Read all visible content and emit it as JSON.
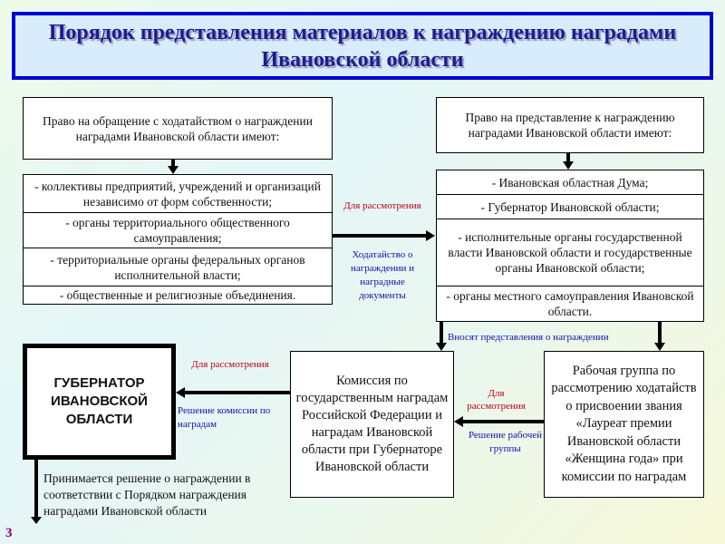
{
  "title": "Порядок представления материалов к награждению наградами Ивановской области",
  "left_header": "Право на обращение с ходатайством о награждении наградами Ивановской области имеют:",
  "left_items": [
    "- коллективы предприятий, учреждений и организаций независимо от форм собственности;",
    "- органы территориального общественного самоуправления;",
    "- территориальные органы федеральных органов исполнительной власти;",
    "- общественные и религиозные объединения."
  ],
  "mid_top_red": "Для рассмотрения",
  "mid_top_blue": "Ходатайство о награждении и наградные документы",
  "right_header": "Право на представление к награждению наградами Ивановской области имеют:",
  "right_items": [
    "- Ивановская областная Дума;",
    "- Губернатор Ивановской области;",
    "- исполнительные органы государственной власти Ивановской области и государственные органы Ивановской области;",
    "- органы местного самоуправления Ивановской области."
  ],
  "submit_label": "Вносят представления о награждении",
  "commission": "Комиссия по государственным наградам Российской Федерации и наградам Ивановской области при Губернаторе Ивановской области",
  "working_group": "Рабочая группа по рассмотрению ходатайств о присвоении звания «Лауреат премии Ивановской области «Женщина года» при комиссии по наградам",
  "governor": "ГУБЕРНАТОР ИВАНОВСКОЙ ОБЛАСТИ",
  "left_mid_red": "Для рассмотрения",
  "left_mid_blue": "Решение комиссии по наградам",
  "right_mid_red": "Для рассмотрения",
  "right_mid_blue": "Решение рабочей группы",
  "decision": "Принимается решение о награждении в соответствии с Порядком награждения наградами Ивановской области",
  "slide_number": "3",
  "colors": {
    "title_border": "#0000d0",
    "title_fill": "#d8ecfc",
    "red": "#c00018",
    "blue": "#1010b0",
    "number": "#800080"
  }
}
